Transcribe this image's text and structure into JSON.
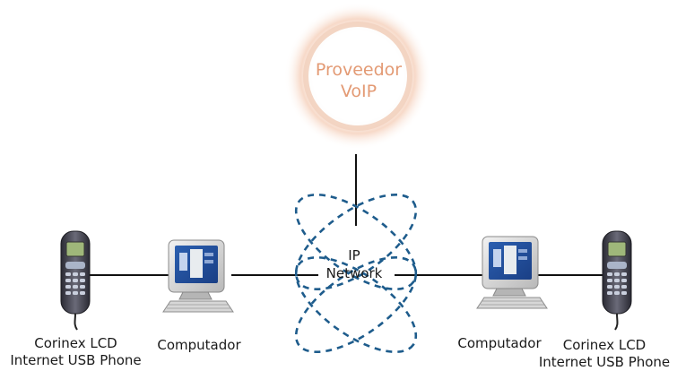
{
  "provider": {
    "line1": "Proveedor",
    "line2": "VoIP",
    "text_color": "#e39a74",
    "glow_color": "#f3c4a8"
  },
  "network": {
    "line1": "IP",
    "line2": "Network",
    "cloud_color": "#1e5c8c"
  },
  "left": {
    "computer_label": "Computador",
    "phone_line1": "Corinex LCD",
    "phone_line2": "Internet USB Phone"
  },
  "right": {
    "computer_label": "Computador",
    "phone_line1": "Corinex LCD",
    "phone_line2": "Internet USB Phone"
  },
  "link_color": "#111111"
}
